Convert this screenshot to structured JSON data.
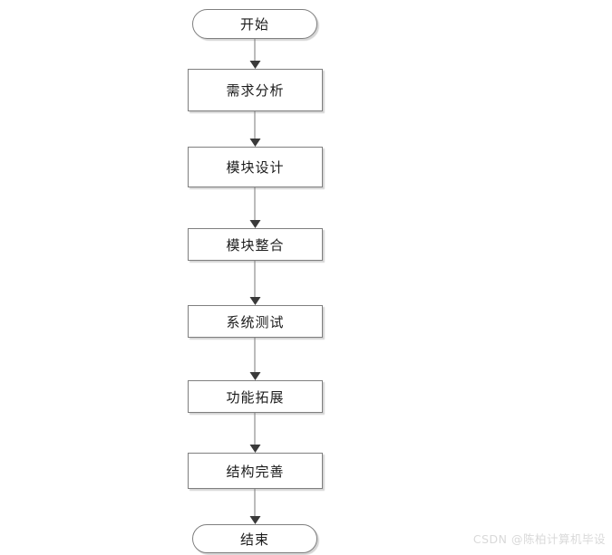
{
  "flowchart": {
    "start": {
      "label": "开始"
    },
    "steps": [
      {
        "label": "需求分析"
      },
      {
        "label": "模块设计"
      },
      {
        "label": "模块整合"
      },
      {
        "label": "系统测试"
      },
      {
        "label": "功能拓展"
      },
      {
        "label": "结构完善"
      }
    ],
    "end": {
      "label": "结束"
    }
  },
  "watermark": {
    "text": "CSDN @陈柏计算机毕设"
  },
  "colors": {
    "background": "#ffffff",
    "node_border": "#7f7f7f",
    "node_shadow": "#d4d4d4",
    "arrow_line": "#7a7a7a",
    "arrow_head": "#3a3a3a",
    "text": "#1c1c1c",
    "watermark_text": "#d9d9d9"
  }
}
